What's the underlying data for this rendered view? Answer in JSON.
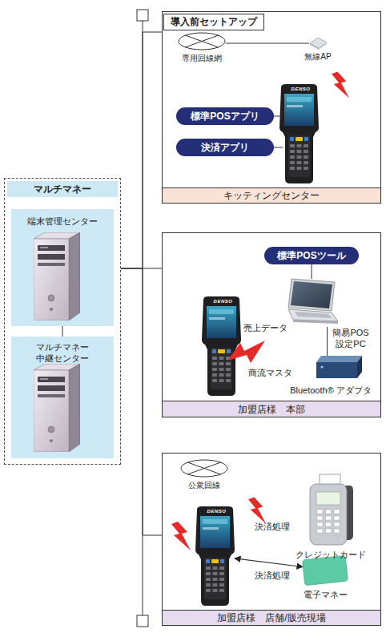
{
  "diagram": {
    "nodes": [
      {
        "text": [
          "マルチマネー"
        ]
      },
      {
        "text": [
          "端末管理センター"
        ],
        "in": 0
      },
      {
        "text": [
          "マルチマネー 中継センター"
        ],
        "in": 0
      },
      {
        "text": [
          "導入前セットアップ",
          "キッティングセンター"
        ]
      },
      {
        "text": [
          "専用回線網"
        ],
        "in": 3
      },
      {
        "text": [
          "無線AP"
        ],
        "in": 3
      },
      {
        "text": [
          "DENSO"
        ],
        "in": 3
      },
      {
        "text": [
          "標準POSアプリ"
        ],
        "in": 3
      },
      {
        "text": [
          "決済アプリ"
        ],
        "in": 3
      },
      {
        "text": [
          "加盟店様　本部"
        ]
      },
      {
        "text": [
          "標準POSツール"
        ],
        "in": 9
      },
      {
        "text": [
          "簡易POS 設定PC"
        ],
        "in": 9
      },
      {
        "text": [
          "DENSO"
        ],
        "in": 9
      },
      {
        "text": [
          "Bluetooth® アダプタ"
        ],
        "in": 9
      },
      {
        "text": [
          "加盟店様　店舗/販売現場"
        ]
      },
      {
        "text": [
          "公衆回線"
        ],
        "in": 14
      },
      {
        "text": [
          "クレジットカード"
        ],
        "in": 14
      },
      {
        "text": [
          "DENSO"
        ],
        "in": 14
      },
      {
        "text": [
          "電子マネー"
        ],
        "in": 14
      }
    ],
    "edges": [
      {
        "from": 1,
        "to": 2,
        "arrow": "none"
      },
      {
        "from": 0,
        "to": 3,
        "arrow": "none"
      },
      {
        "from": 0,
        "to": 9,
        "arrow": "none"
      },
      {
        "from": 0,
        "to": 14,
        "arrow": "none"
      },
      {
        "from": 4,
        "to": 5,
        "arrow": "none"
      },
      {
        "from": 7,
        "to": 6,
        "arrow": "none"
      },
      {
        "from": 8,
        "to": 6,
        "arrow": "none"
      },
      {
        "from": 10,
        "to": 11,
        "arrow": "none"
      },
      {
        "from": 11,
        "to": 13,
        "arrow": "none"
      },
      {
        "from": 17,
        "to": 18,
        "arrow": "both",
        "label": "決済処理"
      }
    ],
    "labels": [
      "売上データ",
      "商流マスタ",
      "決済処理"
    ]
  }
}
